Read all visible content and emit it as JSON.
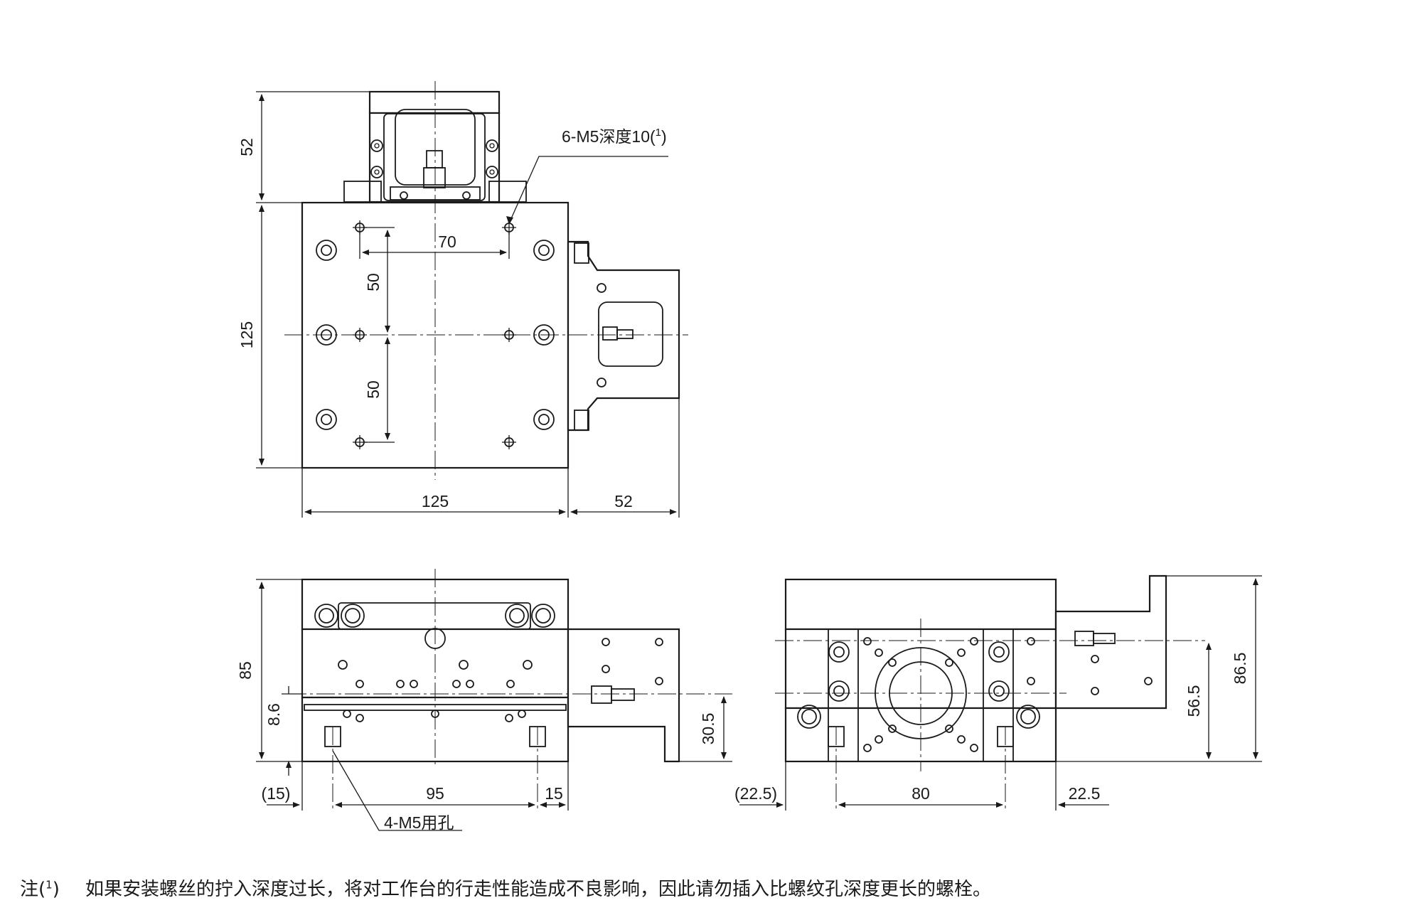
{
  "dimensions": {
    "top_view": {
      "height_bracket": "52",
      "height_body": "125",
      "width_body": "125",
      "width_bracket": "52",
      "pitch_x": "70",
      "pitch_y_upper": "50",
      "pitch_y_lower": "50"
    },
    "front_view": {
      "height_total": "85",
      "offset_small": "8.6",
      "height_knob": "30.5",
      "left_offset": "(15)",
      "hole_pitch": "95",
      "right_offset": "15"
    },
    "side_view": {
      "left_offset": "(22.5)",
      "hole_pitch": "80",
      "right_offset": "22.5",
      "height_knob": "56.5",
      "height_total": "86.5"
    }
  },
  "callouts": {
    "tapped_holes": "6-M5深度10(",
    "tapped_holes_sup": "1",
    "tapped_holes_end": ")",
    "mount_holes": "4-M5用孔"
  },
  "note": {
    "label_prefix": "注(",
    "label_sup": "1",
    "label_suffix": ")",
    "text": "如果安装螺丝的拧入深度过长，将对工作台的行走性能造成不良影响，因此请勿插入比螺纹孔深度更长的螺栓。"
  }
}
